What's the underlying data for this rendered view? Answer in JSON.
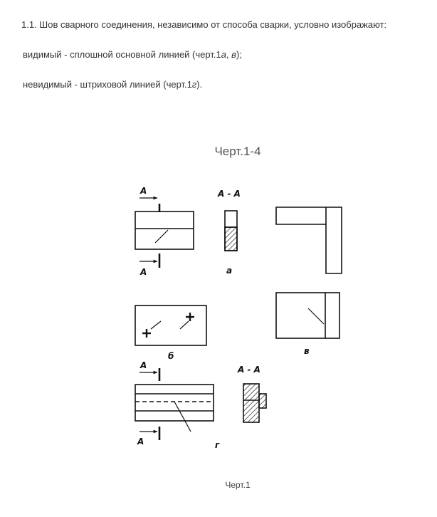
{
  "paragraphs": {
    "p1": "1.1. Шов сварного соединения, независимо от способа сварки, условно изображают:",
    "p2_prefix": "видимый - сплошной основной линией (черт.1",
    "p2_a": "а",
    "p2_sep": ", ",
    "p2_v": "в",
    "p2_suffix": ");",
    "p3_prefix": "невидимый - штриховой линией (черт.1",
    "p3_g": "г",
    "p3_suffix": ")."
  },
  "heading": "Черт.1-4",
  "drawing": {
    "labels": {
      "arrow_a": "А",
      "section": "А - А",
      "fig_a": "а",
      "fig_b": "б",
      "fig_v": "в",
      "fig_g": "г"
    }
  },
  "caption": "Черт.1"
}
